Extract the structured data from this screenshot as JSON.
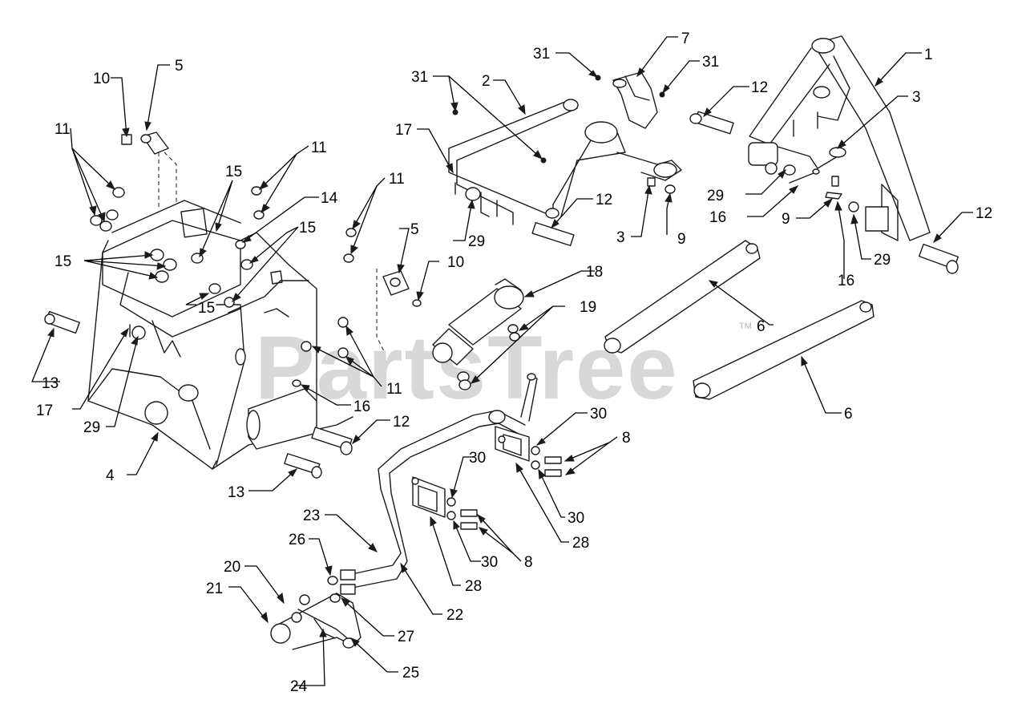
{
  "watermark": {
    "text": "PartsTree",
    "trademark": "TM"
  },
  "callouts": [
    {
      "label": "1"
    },
    {
      "label": "3"
    },
    {
      "label": "12"
    },
    {
      "label": "29"
    },
    {
      "label": "16"
    },
    {
      "label": "9"
    },
    {
      "label": "29"
    },
    {
      "label": "16"
    },
    {
      "label": "12"
    },
    {
      "label": "7"
    },
    {
      "label": "31"
    },
    {
      "label": "31"
    },
    {
      "label": "31"
    },
    {
      "label": "2"
    },
    {
      "label": "17"
    },
    {
      "label": "12"
    },
    {
      "label": "29"
    },
    {
      "label": "3"
    },
    {
      "label": "9"
    },
    {
      "label": "10"
    },
    {
      "label": "5"
    },
    {
      "label": "11"
    },
    {
      "label": "11"
    },
    {
      "label": "15"
    },
    {
      "label": "14"
    },
    {
      "label": "15"
    },
    {
      "label": "11"
    },
    {
      "label": "15"
    },
    {
      "label": "15"
    },
    {
      "label": "5"
    },
    {
      "label": "10"
    },
    {
      "label": "18"
    },
    {
      "label": "19"
    },
    {
      "label": "13"
    },
    {
      "label": "17"
    },
    {
      "label": "29"
    },
    {
      "label": "4"
    },
    {
      "label": "11"
    },
    {
      "label": "16"
    },
    {
      "label": "12"
    },
    {
      "label": "13"
    },
    {
      "label": "6"
    },
    {
      "label": "6"
    },
    {
      "label": "30"
    },
    {
      "label": "8"
    },
    {
      "label": "30"
    },
    {
      "label": "28"
    },
    {
      "label": "30"
    },
    {
      "label": "30"
    },
    {
      "label": "8"
    },
    {
      "label": "28"
    },
    {
      "label": "23"
    },
    {
      "label": "26"
    },
    {
      "label": "22"
    },
    {
      "label": "20"
    },
    {
      "label": "21"
    },
    {
      "label": "27"
    },
    {
      "label": "25"
    },
    {
      "label": "24"
    }
  ]
}
